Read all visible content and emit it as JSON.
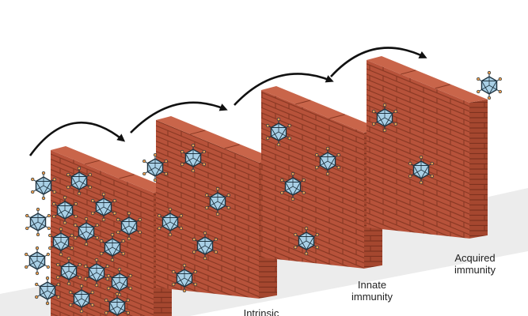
{
  "labels": {
    "intrinsic": "Intrinsic",
    "innate": "Innate immunity",
    "acquired": "Acquired immunity"
  },
  "colors": {
    "brick_face": "#b7523a",
    "brick_end": "#a5472f",
    "brick_top": "#c9654a",
    "mortar": "#873722",
    "virus_fill": "#a9d0e6",
    "virus_stroke": "#1f3340",
    "spike_tip": "#f0a050",
    "ground": "#ececec",
    "arrow": "#111111"
  },
  "icons": [
    "virus-icon",
    "arrow-icon",
    "brick-wall-icon"
  ]
}
